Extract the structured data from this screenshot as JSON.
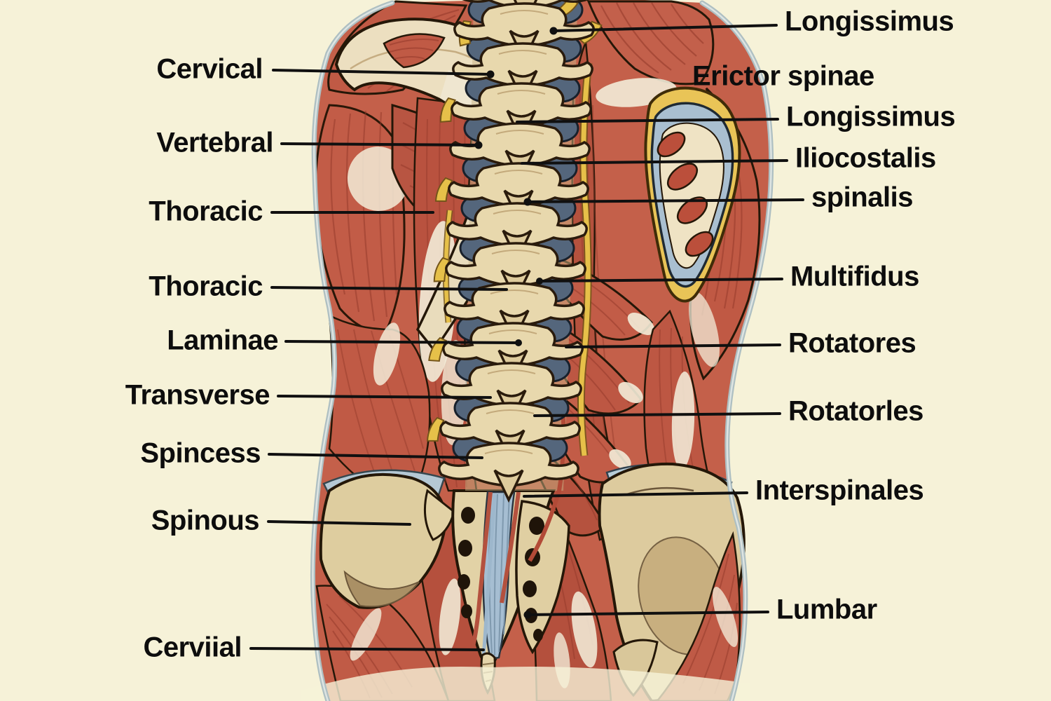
{
  "figure": {
    "description": "Labeled anatomical illustration of the deep back muscles and vertebral column, posterior view",
    "palette": {
      "background": "#f6f2d8",
      "muscle_red": "#c05a45",
      "muscle_red_dark": "#9e4030",
      "tendon_white": "#f3ecd8",
      "bone": "#e8d8ad",
      "bone_shadow": "#c6ab7c",
      "disc_blue": "#54667c",
      "ligament_blue": "#a6bed2",
      "nerve_yellow": "#e6c049",
      "outline": "#241708",
      "body_contour": "#aebfc2",
      "label_color": "#0d0d0d",
      "leader_line": "#101010"
    }
  },
  "labels": {
    "left": [
      {
        "text": "Cervical"
      },
      {
        "text": "Vertebral"
      },
      {
        "text": "Thoracic"
      },
      {
        "text": "Thoracic"
      },
      {
        "text": "Laminae"
      },
      {
        "text": "Transverse"
      },
      {
        "text": "Spincess"
      },
      {
        "text": "Spinous"
      },
      {
        "text": "Cerviial"
      }
    ],
    "right": [
      {
        "text": "Longissimus"
      },
      {
        "text": "Erictor spinae",
        "has_line": false
      },
      {
        "text": "Longissimus"
      },
      {
        "text": "Iliocostalis"
      },
      {
        "text": "spinalis"
      },
      {
        "text": "Multifidus"
      },
      {
        "text": "Rotatores"
      },
      {
        "text": "Rotatorles"
      },
      {
        "text": "Interspinales"
      },
      {
        "text": "Lumbar"
      }
    ]
  }
}
